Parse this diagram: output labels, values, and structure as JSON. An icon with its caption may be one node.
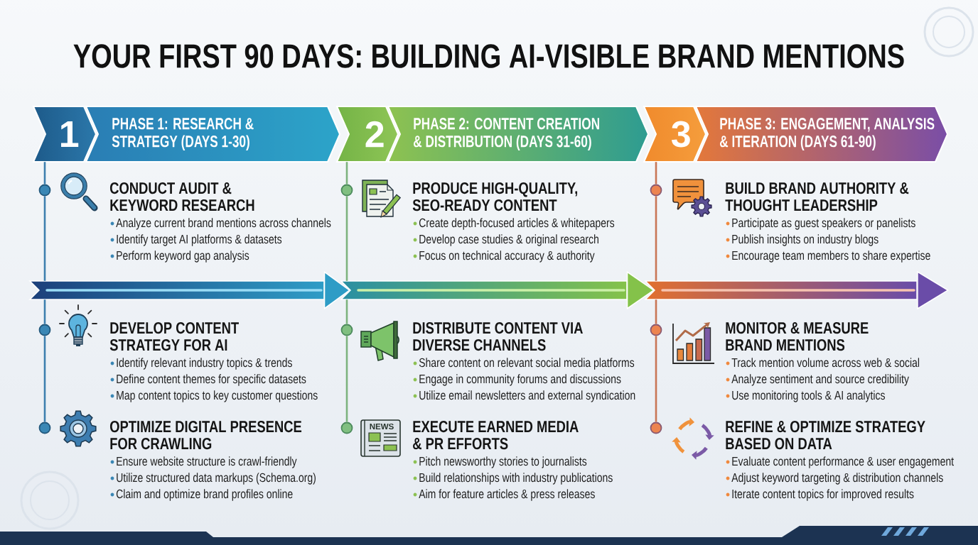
{
  "diagram": {
    "title": "YOUR FIRST 90 DAYS: BUILDING AI-VISIBLE BRAND MENTIONS",
    "nodes": [
      {
        "text": [
          "1",
          "PHASE 1: RESEARCH & STRATEGY (DAYS 1-30)"
        ]
      },
      {
        "text": [
          "2",
          "PHASE 2: CONTENT CREATION & DISTRIBUTION (DAYS 31-60)"
        ]
      },
      {
        "text": [
          "3",
          "PHASE 3: ENGAGEMENT, ANALYSIS & ITERATION (DAYS 61-90)"
        ]
      },
      {
        "text": [],
        "shape": "circle"
      },
      {
        "text": [
          "CONDUCT AUDIT & KEYWORD RESEARCH",
          "Analyze current brand mentions across channels",
          "Identify target AI platforms & datasets",
          "Perform keyword gap analysis"
        ]
      },
      {
        "text": [],
        "shape": "circle"
      },
      {
        "text": [
          "PRODUCE HIGH-QUALITY, SEO-READY CONTENT",
          "Create depth-focused articles & whitepapers",
          "Develop case studies & original research",
          "Focus on technical accuracy & authority"
        ]
      },
      {
        "text": [],
        "shape": "circle"
      },
      {
        "text": [
          "BUILD BRAND AUTHORITY & THOUGHT LEADERSHIP",
          "Participate as guest speakers or panelists",
          "Publish insights on industry blogs",
          "Encourage team members to share expertise"
        ]
      },
      {
        "text": [],
        "shape": "bar"
      },
      {
        "text": [],
        "shape": "bar"
      },
      {
        "text": [],
        "shape": "bar"
      },
      {
        "text": [],
        "shape": "circle"
      },
      {
        "text": [
          "DEVELOP CONTENT STRATEGY FOR AI",
          "Identify relevant industry topics & trends",
          "Define content themes for specific datasets",
          "Map content topics to key customer questions"
        ]
      },
      {
        "text": [],
        "shape": "circle"
      },
      {
        "text": [
          "DISTRIBUTE CONTENT VIA DIVERSE CHANNELS",
          "Share content on relevant social media platforms",
          "Engage in community forums and discussions",
          "Utilize email newsletters and external syndication"
        ]
      },
      {
        "text": [],
        "shape": "circle"
      },
      {
        "text": [
          "MONITOR & MEASURE BRAND MENTIONS",
          "Track mention volume across web & social",
          "Analyze sentiment and source credibility",
          "Use monitoring tools & AI analytics"
        ]
      },
      {
        "text": [],
        "shape": "circle"
      },
      {
        "text": [
          "OPTIMIZE DIGITAL PRESENCE FOR CRAWLING",
          "Ensure website structure is crawl-friendly",
          "Utilize structured data markups (Schema.org)",
          "Claim and optimize brand profiles online"
        ]
      },
      {
        "text": [],
        "shape": "circle"
      },
      {
        "text": [
          "EXECUTE EARNED MEDIA & PR EFFORTS",
          "Pitch newsworthy stories to journalists",
          "Build relationships with industry publications",
          "Aim for feature articles & press releases"
        ]
      },
      {
        "text": [],
        "shape": "circle"
      },
      {
        "text": [
          "REFINE & OPTIMIZE STRATEGY BASED ON DATA",
          "Evaluate content performance & user engagement",
          "Adjust keyword targeting & distribution channels",
          "Iterate content topics for improved results"
        ]
      }
    ],
    "edges": [
      {
        "from": 0,
        "to": 3,
        "arrow": "none",
        "color": "#3d7fae"
      },
      {
        "from": 3,
        "to": 9,
        "arrow": "none",
        "color": "#3d7fae"
      },
      {
        "from": 9,
        "to": 12,
        "arrow": "none",
        "color": "#3d7fae"
      },
      {
        "from": 12,
        "to": 18,
        "arrow": "none",
        "color": "#3d7fae"
      },
      {
        "from": 1,
        "to": 5,
        "arrow": "none",
        "color": "#7db37e"
      },
      {
        "from": 5,
        "to": 10,
        "arrow": "none",
        "color": "#7db37e"
      },
      {
        "from": 10,
        "to": 14,
        "arrow": "none",
        "color": "#7db37e"
      },
      {
        "from": 14,
        "to": 20,
        "arrow": "none",
        "color": "#7db37e"
      },
      {
        "from": 2,
        "to": 7,
        "arrow": "none",
        "color": "#c97656"
      },
      {
        "from": 7,
        "to": 11,
        "arrow": "none",
        "color": "#c97656"
      },
      {
        "from": 11,
        "to": 16,
        "arrow": "none",
        "color": "#c97656"
      },
      {
        "from": 16,
        "to": 22,
        "arrow": "none",
        "color": "#c97656"
      },
      {
        "from": 9,
        "to": 10,
        "arrow": "to",
        "style": "thick",
        "color": "#2e9cc6"
      },
      {
        "from": 10,
        "to": 11,
        "arrow": "to",
        "style": "thick",
        "color": "#84c24a"
      },
      {
        "from": 11,
        "to": null,
        "arrow": "to",
        "style": "thick",
        "color": "#6a4ca8"
      }
    ],
    "labels": [
      "NEWS"
    ]
  }
}
